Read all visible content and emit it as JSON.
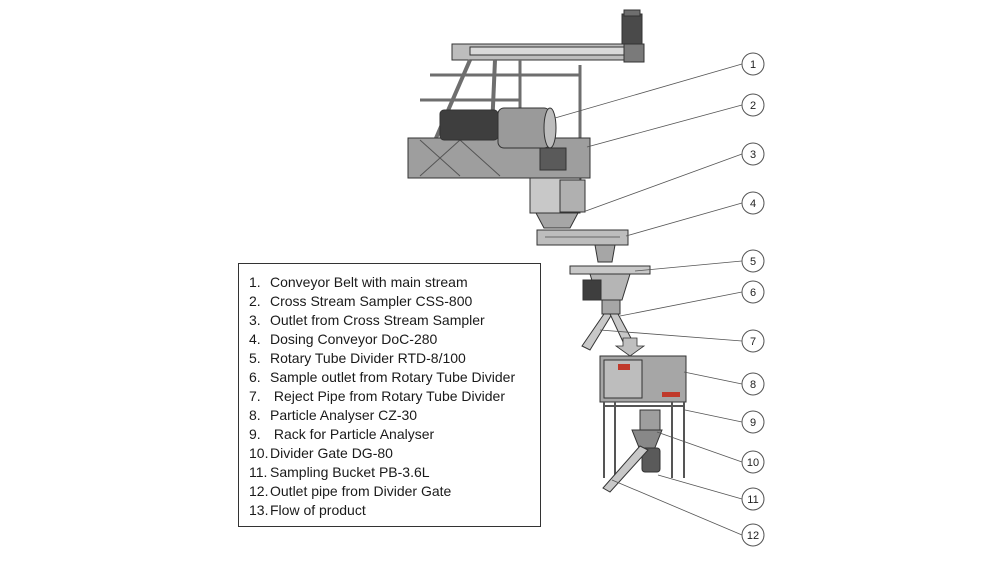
{
  "legend": [
    {
      "number": "1.",
      "text": "Conveyor Belt with main stream"
    },
    {
      "number": "2.",
      "text": "Cross Stream Sampler CSS-800"
    },
    {
      "number": "3.",
      "text": "Outlet from Cross Stream Sampler"
    },
    {
      "number": "4.",
      "text": "Dosing Conveyor DoC-280"
    },
    {
      "number": "5.",
      "text": "Rotary Tube Divider RTD-8/100"
    },
    {
      "number": "6.",
      "text": "Sample outlet from Rotary Tube Divider"
    },
    {
      "number": "7.",
      "text": " Reject Pipe from Rotary Tube Divider"
    },
    {
      "number": "8.",
      "text": "Particle Analyser CZ-30"
    },
    {
      "number": "9.",
      "text": " Rack for Particle Analyser"
    },
    {
      "number": "10.",
      "text": "Divider Gate DG-80"
    },
    {
      "number": "11.",
      "text": "Sampling Bucket PB-3.6L"
    },
    {
      "number": "12.",
      "text": "Outlet pipe from Divider Gate"
    },
    {
      "number": "13.",
      "text": "Flow of product"
    }
  ],
  "callouts": [
    "1",
    "2",
    "3",
    "4",
    "5",
    "6",
    "7",
    "8",
    "9",
    "10",
    "11",
    "12"
  ],
  "colors": {
    "outline": "#333333",
    "metal_light": "#d9d9d9",
    "metal_mid": "#a6a6a6",
    "metal_dark": "#6e6e6e",
    "frame": "#8c8c8c",
    "arrow": "#bfbfbf",
    "accent": "#c0392b"
  }
}
